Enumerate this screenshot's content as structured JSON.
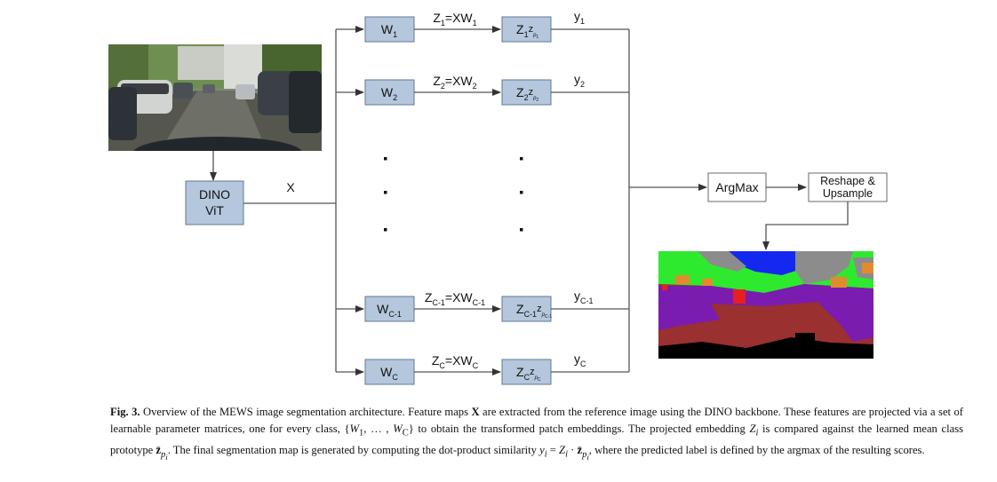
{
  "colors": {
    "block_fill": "#b4c7dc",
    "block_stroke": "#5f7a93",
    "arrow": "#555555"
  },
  "backbone": {
    "line1": "DINO",
    "line2": "ViT"
  },
  "input_label": "X",
  "classes": [
    {
      "w": "W",
      "w_sub": "1",
      "z": "Z",
      "z_sub": "1",
      "eq_lhs": "Z",
      "eq_lhs_sub": "1",
      "eq_mid": "=XW",
      "eq_rhs_sub": "1",
      "y": "y",
      "y_sub": "1",
      "p_sub": "p",
      "p_subsub": "1"
    },
    {
      "w": "W",
      "w_sub": "2",
      "z": "Z",
      "z_sub": "2",
      "eq_lhs": "Z",
      "eq_lhs_sub": "2",
      "eq_mid": "=XW",
      "eq_rhs_sub": "2",
      "y": "y",
      "y_sub": "2",
      "p_sub": "p",
      "p_subsub": "2"
    },
    {
      "w": "W",
      "w_sub": "C-1",
      "z": "Z",
      "z_sub": "C-1",
      "eq_lhs": "Z",
      "eq_lhs_sub": "C-1",
      "eq_mid": "=XW",
      "eq_rhs_sub": "C-1",
      "y": "y",
      "y_sub": "C-1",
      "p_sub": "p",
      "p_subsub": "C-1"
    },
    {
      "w": "W",
      "w_sub": "C",
      "z": "Z",
      "z_sub": "C",
      "eq_lhs": "Z",
      "eq_lhs_sub": "C",
      "eq_mid": "=XW",
      "eq_rhs_sub": "C",
      "y": "y",
      "y_sub": "C",
      "p_sub": "p",
      "p_subsub": "C"
    }
  ],
  "z_bar": "z",
  "argmax_label": "ArgMax",
  "reshape": {
    "line1": "Reshape &",
    "line2": "Upsample"
  },
  "caption": {
    "fig_label": "Fig. 3.",
    "s1a": " Overview of the MEWS image segmentation architecture. Feature maps ",
    "s1b": "X",
    "s1c": " are extracted from the reference image using the DINO backbone. These features are projected via a set of learnable parameter matrices, one for every class, {",
    "w1": "W",
    "w1_sub": "1",
    "dots": ", … , ",
    "wc": "W",
    "wc_sub": "C",
    "s2": "} to obtain the transformed patch embeddings. The projected embedding ",
    "zi": "Z",
    "zi_sub": "i",
    "s3": " is compared against the learned mean class prototype ",
    "zbar": "z̄",
    "zbar_sub": "p",
    "zbar_subsub": "i",
    "s4": ". The final segmentation map is generated by computing the dot-product similarity ",
    "eq_y": "y",
    "eq_y_sub": "i",
    "eq_eq": " = ",
    "eq_z": "Z",
    "eq_z_sub": "i",
    "eq_dot": " · ",
    "eq_zbar": "z̄",
    "eq_zbar_sub": "p",
    "eq_zbar_subsub": "i",
    "s5": ", where the predicted label is defined by the ",
    "argmax": "argmax",
    "s6": " of the resulting scores."
  }
}
